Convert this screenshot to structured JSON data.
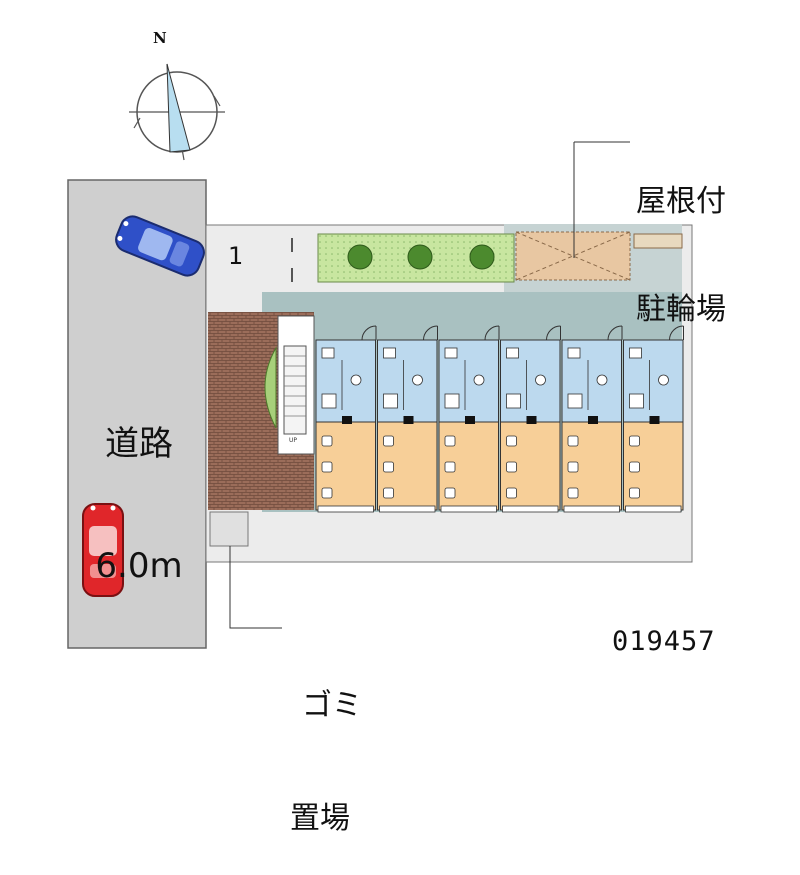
{
  "compass": {
    "north_label": "N"
  },
  "road": {
    "name": "道路",
    "width": "6.0m"
  },
  "bicycle_parking": {
    "line1": "屋根付",
    "line2": "駐輪場"
  },
  "garbage": {
    "line1": "ゴミ",
    "line2": "置場"
  },
  "parking": {
    "space_number": "1"
  },
  "stair": {
    "label": "UP"
  },
  "property_code": "019457",
  "colors": {
    "road": "#cfcfcf",
    "site_ground": "#ececec",
    "building_shadow": "#a9c1c1",
    "brick_path": "#9b6d5a",
    "hedge": "#c8e6a0",
    "wet_area": "#bcd9ee",
    "room_floor": "#f7cf98",
    "bike_shed": "#e8c7a2",
    "car_blue": "#2f50c8",
    "car_red": "#e0262a"
  },
  "unit_count": 6
}
